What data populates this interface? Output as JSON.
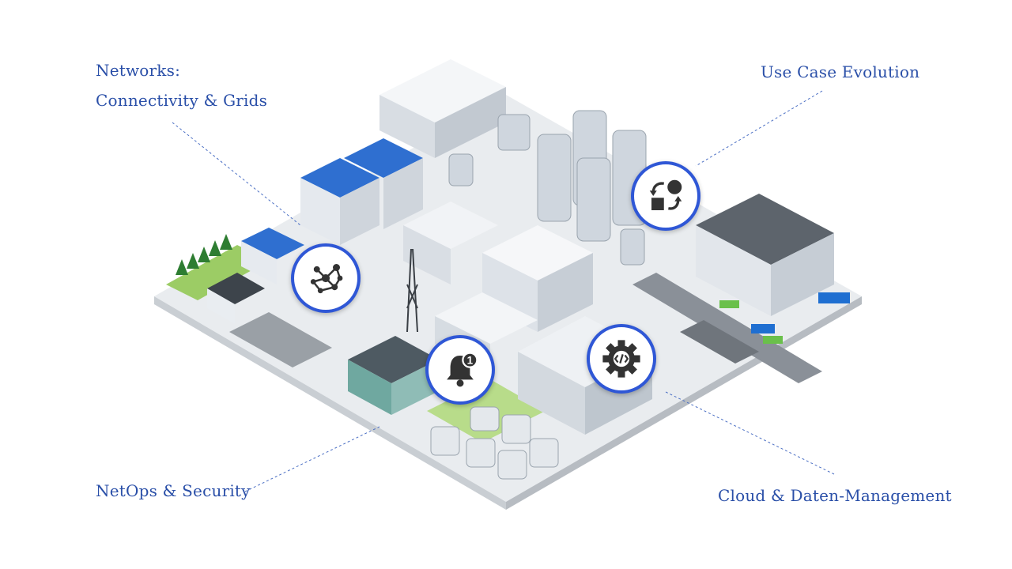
{
  "labels": {
    "networks_line1": "Networks:",
    "networks_line2": "Connectivity & Grids",
    "use_case": "Use Case Evolution",
    "netops": "NetOps & Security",
    "cloud": "Cloud & Daten-Management"
  },
  "colors": {
    "label_text": "#2a4fa8",
    "badge_border": "#2f57d6",
    "icon_fill": "#333333",
    "roof_blue": "#2f6fd0",
    "leader_line": "#4b6fc4"
  },
  "icons": {
    "networks": "network-graph-icon",
    "use_case": "shapes-transform-icon",
    "netops": "notification-bell-icon",
    "cloud": "code-gear-icon"
  },
  "notification_count": "1"
}
